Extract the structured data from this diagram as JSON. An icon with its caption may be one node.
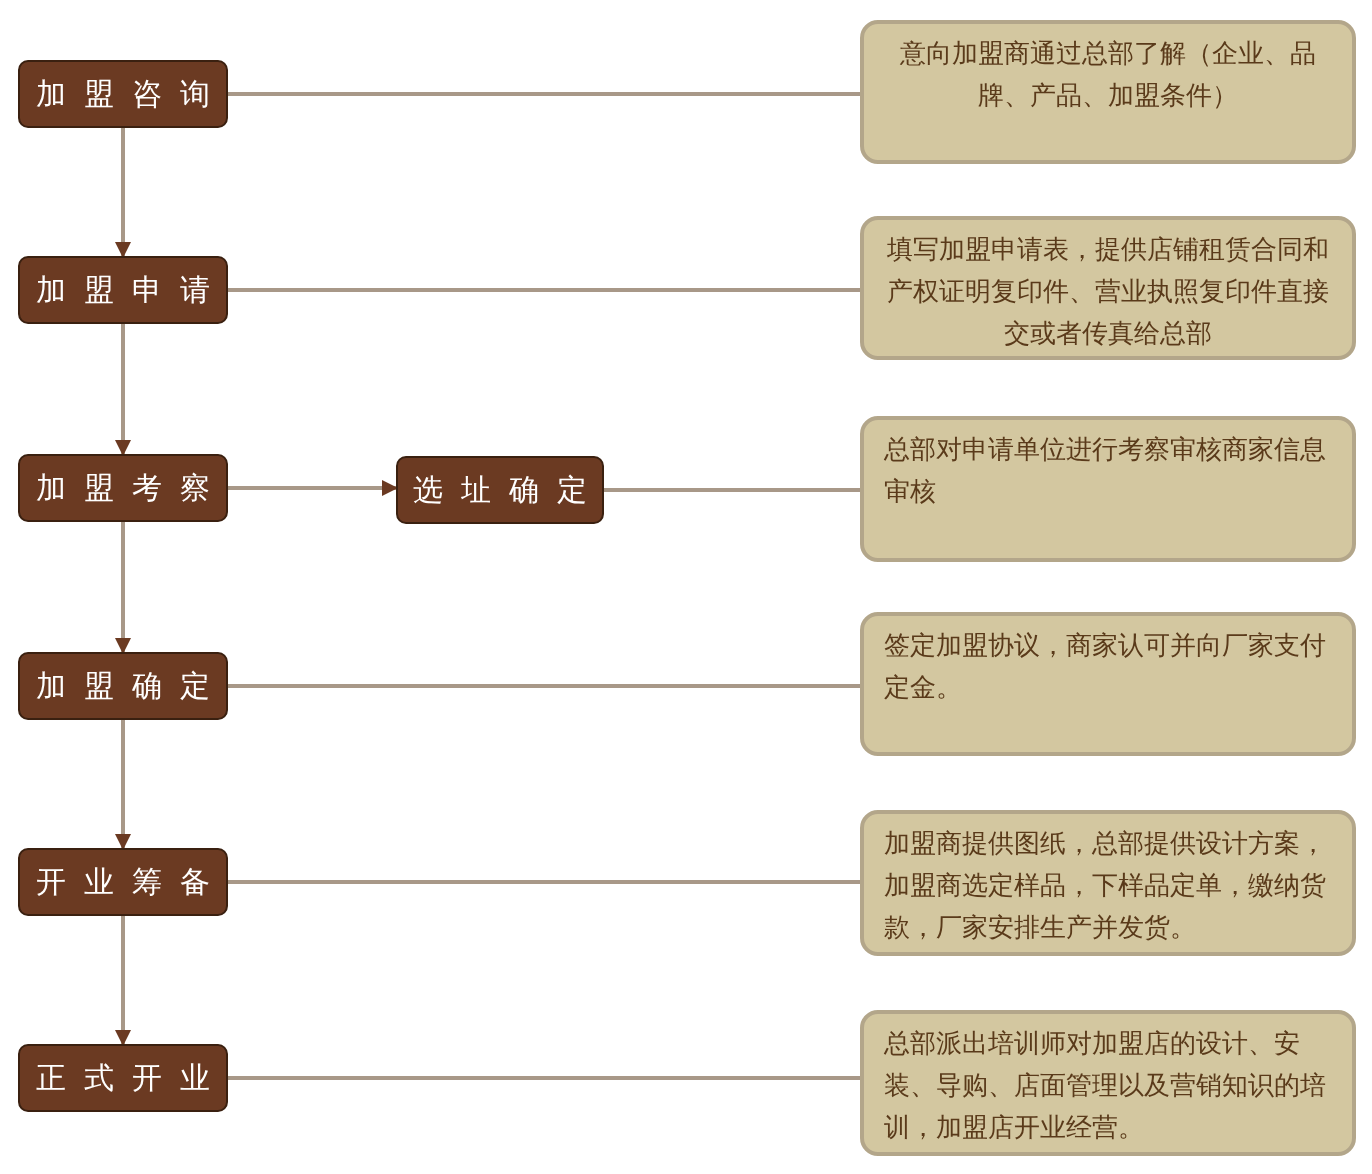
{
  "diagram": {
    "nodes": [
      {
        "text": [
          "加盟咨询"
        ]
      },
      {
        "text": [
          "加盟申请"
        ]
      },
      {
        "text": [
          "加盟考察"
        ]
      },
      {
        "text": [
          "加盟确定"
        ]
      },
      {
        "text": [
          "开业筹备"
        ]
      },
      {
        "text": [
          "正式开业"
        ]
      },
      {
        "text": [
          "选址确定"
        ]
      },
      {
        "text": [
          "意向加盟商通过总部了解（企业、品牌、产品、加盟条件）"
        ]
      },
      {
        "text": [
          "填写加盟申请表，提供店铺租赁合同和产权证明复印件、营业执照复印件直接交或者传真给总部"
        ]
      },
      {
        "text": [
          "总部对申请单位进行考察审核商家信息审核"
        ]
      },
      {
        "text": [
          "签定加盟协议，商家认可并向厂家支付定金。"
        ]
      },
      {
        "text": [
          "加盟商提供图纸，总部提供设计方案，加盟商选定样品，下样品定单，缴纳货款，厂家安排生产并发货。"
        ]
      },
      {
        "text": [
          "总部派出培训师对加盟店的设计、安装、导购、店面管理以及营销知识的培训，加盟店开业经营。"
        ]
      }
    ],
    "edges": [
      {
        "from": 0,
        "to": 1,
        "arrow": "to"
      },
      {
        "from": 1,
        "to": 2,
        "arrow": "to"
      },
      {
        "from": 2,
        "to": 6,
        "arrow": "to"
      },
      {
        "from": 2,
        "to": 3,
        "arrow": "to"
      },
      {
        "from": 3,
        "to": 4,
        "arrow": "to"
      },
      {
        "from": 4,
        "to": 5,
        "arrow": "to"
      },
      {
        "from": 0,
        "to": 7,
        "arrow": "none"
      },
      {
        "from": 1,
        "to": 8,
        "arrow": "none"
      },
      {
        "from": 6,
        "to": 9,
        "arrow": "none"
      },
      {
        "from": 3,
        "to": 10,
        "arrow": "none"
      },
      {
        "from": 4,
        "to": 11,
        "arrow": "none"
      },
      {
        "from": 5,
        "to": 12,
        "arrow": "none"
      }
    ]
  }
}
